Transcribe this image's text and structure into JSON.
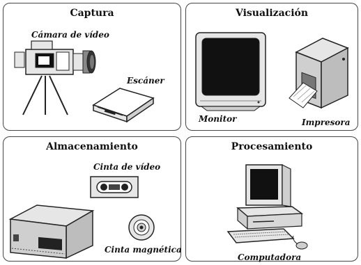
{
  "panels": {
    "capture": {
      "title": "Captura",
      "items": {
        "camera": "Cámara de vídeo",
        "scanner": "Escáner"
      }
    },
    "display": {
      "title": "Visualización",
      "items": {
        "monitor": "Monitor",
        "printer": "Impresora"
      }
    },
    "storage": {
      "title": "Almacenamiento",
      "items": {
        "tape": "Cinta de vídeo",
        "magnetic": "Cinta magnética"
      }
    },
    "processing": {
      "title": "Procesamiento",
      "items": {
        "computer": "Computadora"
      }
    }
  },
  "colors": {
    "border": "#444444",
    "ink": "#111111",
    "screen": "#111111",
    "device": "#e6e6e6"
  }
}
